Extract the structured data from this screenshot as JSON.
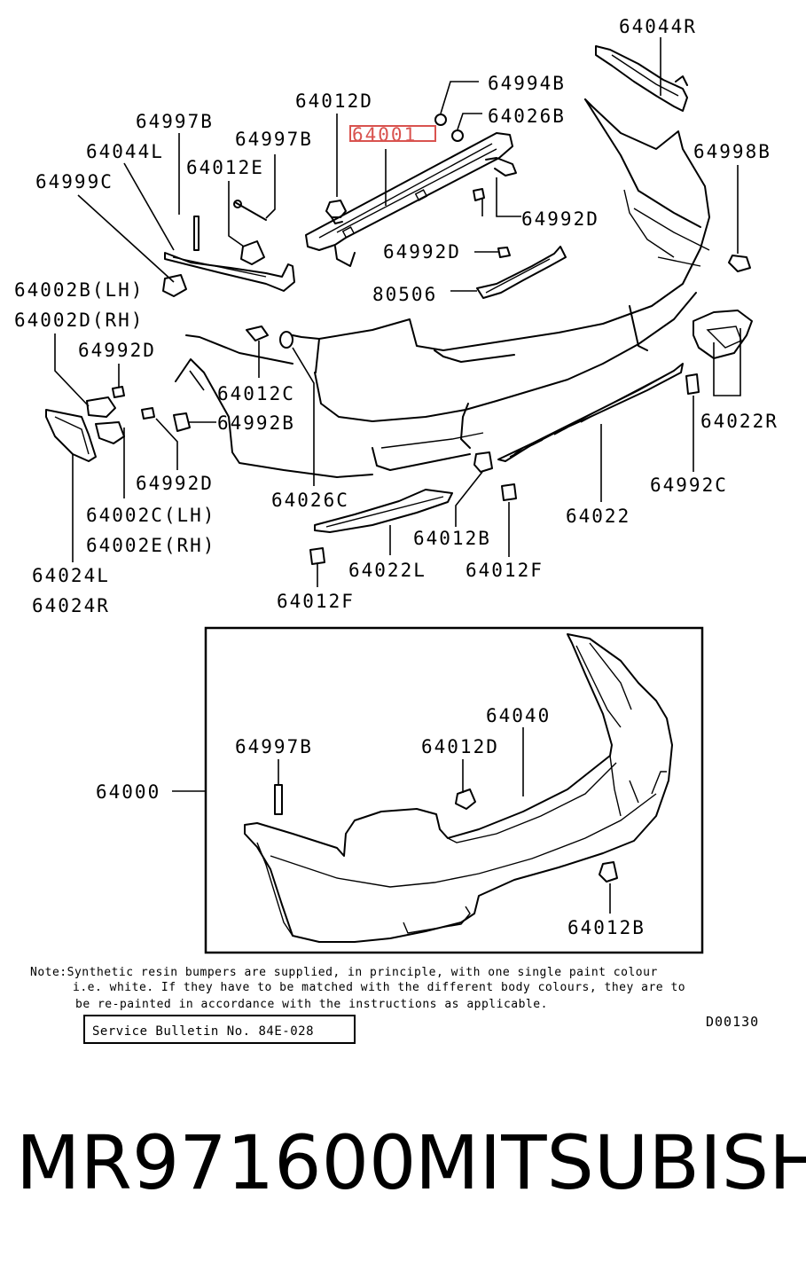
{
  "labels": {
    "l64044R": "64044R",
    "l64994B": "64994B",
    "l64012D_top": "64012D",
    "l64026B": "64026B",
    "l64997B_a": "64997B",
    "l64001": "64001",
    "l64997B_b": "64997B",
    "l64044L": "64044L",
    "l64998B": "64998B",
    "l64012E": "64012E",
    "l64999C": "64999C",
    "l64992D_a": "64992D",
    "l64992D_b": "64992D",
    "l64002B": "64002B(LH)",
    "l80506": "80506",
    "l64002D": "64002D(RH)",
    "l64992D_c": "64992D",
    "l64012C": "64012C",
    "l64992B": "64992B",
    "l64022R": "64022R",
    "l64992D_d": "64992D",
    "l64992C": "64992C",
    "l64026C": "64026C",
    "l64002C": "64002C(LH)",
    "l64022": "64022",
    "l64002E": "64002E(RH)",
    "l64012B_a": "64012B",
    "l64022L": "64022L",
    "l64012F_a": "64012F",
    "l64024L": "64024L",
    "l64024R": "64024R",
    "l64012F_b": "64012F",
    "l64040": "64040",
    "l64997B_c": "64997B",
    "l64012D_inset": "64012D",
    "l64000": "64000",
    "l64012B_b": "64012B"
  },
  "note": {
    "line1": "Note:Synthetic resin bumpers are supplied, in principle, with one single paint colour",
    "line2": "i.e. white. If they have to be matched with the different body colours, they are to",
    "line3": "be re-painted in accordance with the instructions as applicable."
  },
  "service_bulletin": "Service Bulletin No. 84E-028",
  "diagram_code": "D00130",
  "footer": {
    "part_number": "MR971600",
    "brand": "MITSUBISHI"
  },
  "highlight_color": "#d9534f"
}
